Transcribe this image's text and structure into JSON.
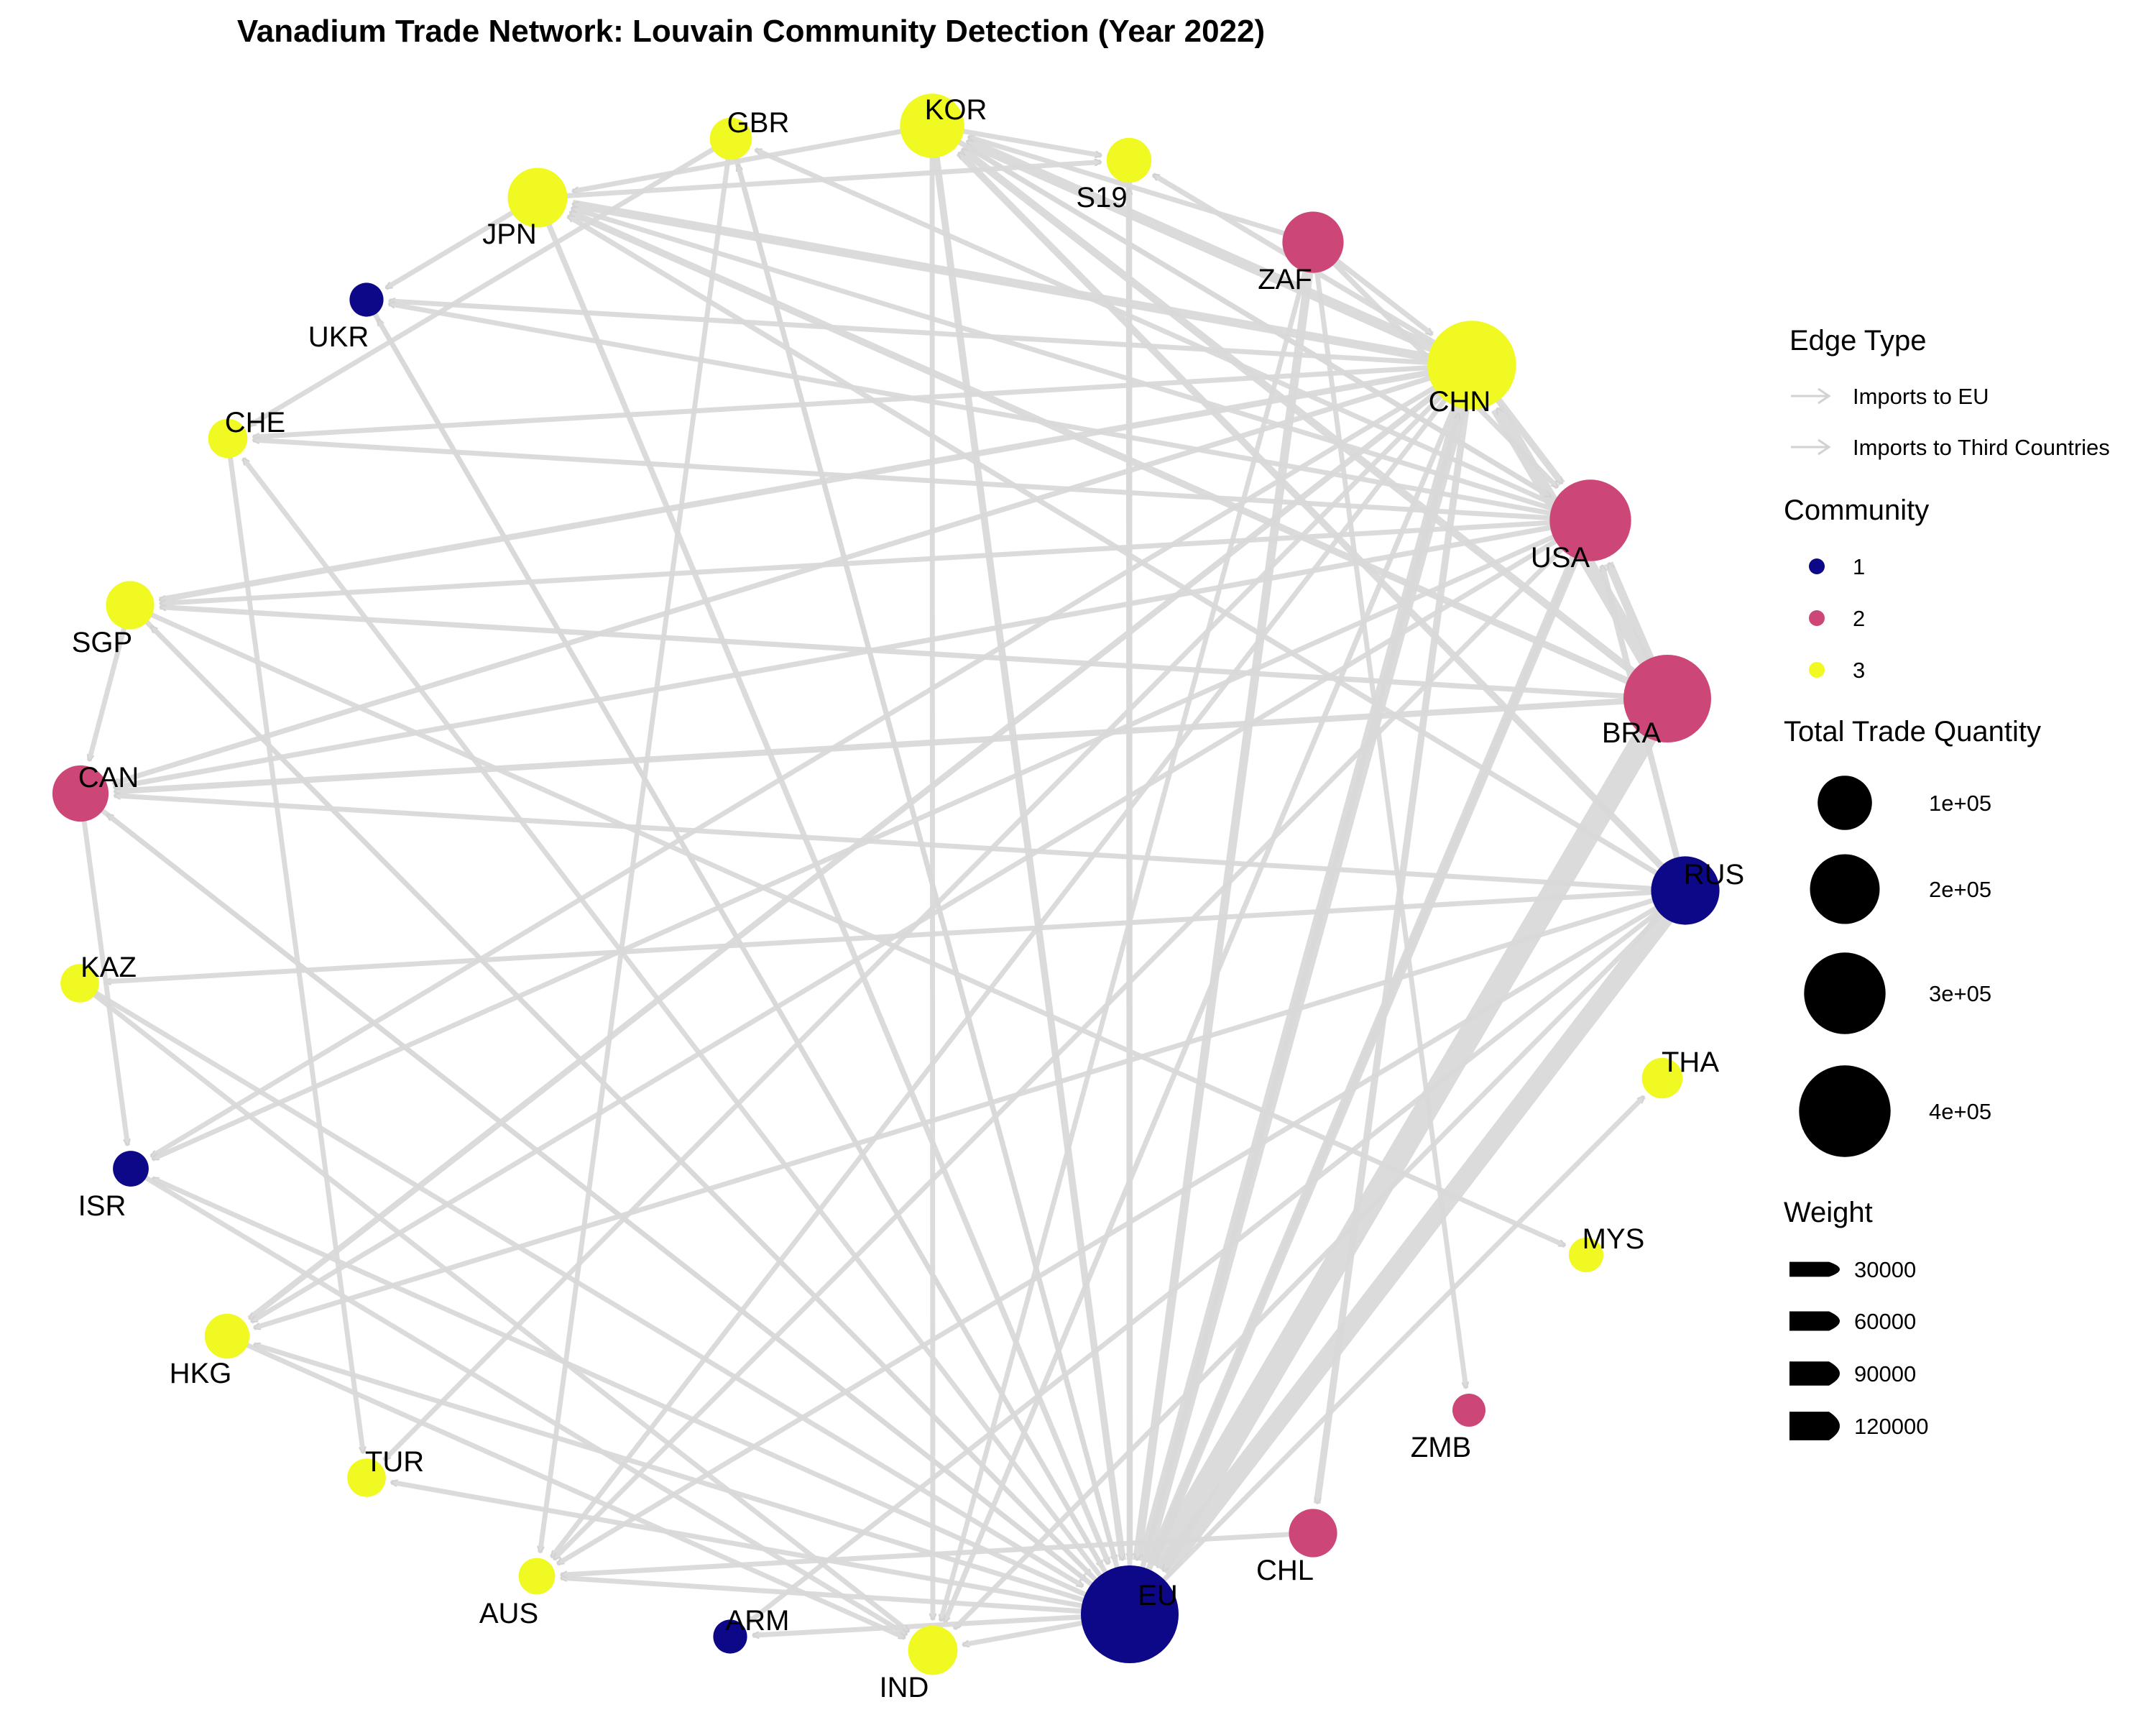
{
  "title": "Vanadium Trade Network: Louvain Community Detection (Year 2022)",
  "communities": [
    {
      "id": "1",
      "color": "#0d0887"
    },
    {
      "id": "2",
      "color": "#cc4778"
    },
    {
      "id": "3",
      "color": "#f0f921"
    }
  ],
  "edge_color": "#d9d9d9",
  "nodes": [
    {
      "id": "EU",
      "community": "1",
      "total": 470000
    },
    {
      "id": "CHN",
      "community": "3",
      "total": 370000
    },
    {
      "id": "BRA",
      "community": "2",
      "total": 360000
    },
    {
      "id": "USA",
      "community": "2",
      "total": 300000
    },
    {
      "id": "KOR",
      "community": "3",
      "total": 160000
    },
    {
      "id": "RUS",
      "community": "1",
      "total": 190000
    },
    {
      "id": "ZAF",
      "community": "2",
      "total": 140000
    },
    {
      "id": "JPN",
      "community": "3",
      "total": 130000
    },
    {
      "id": "CAN",
      "community": "2",
      "total": 110000
    },
    {
      "id": "CHL",
      "community": "2",
      "total": 70000
    },
    {
      "id": "S19",
      "community": "3",
      "total": 55000
    },
    {
      "id": "GBR",
      "community": "3",
      "total": 45000
    },
    {
      "id": "SGP",
      "community": "3",
      "total": 70000
    },
    {
      "id": "HKG",
      "community": "3",
      "total": 55000
    },
    {
      "id": "IND",
      "community": "3",
      "total": 75000
    },
    {
      "id": "THA",
      "community": "3",
      "total": 40000
    },
    {
      "id": "TUR",
      "community": "3",
      "total": 33000
    },
    {
      "id": "CHE",
      "community": "3",
      "total": 35000
    },
    {
      "id": "KAZ",
      "community": "3",
      "total": 33000
    },
    {
      "id": "AUS",
      "community": "3",
      "total": 27000
    },
    {
      "id": "MYS",
      "community": "3",
      "total": 22000
    },
    {
      "id": "UKR",
      "community": "1",
      "total": 20000
    },
    {
      "id": "ISR",
      "community": "1",
      "total": 25000
    },
    {
      "id": "ARM",
      "community": "1",
      "total": 20000
    },
    {
      "id": "ZMB",
      "community": "2",
      "total": 18000
    }
  ],
  "edges": [
    {
      "from": "BRA",
      "to": "EU",
      "weight": 120000,
      "type": "Imports to EU"
    },
    {
      "from": "RUS",
      "to": "EU",
      "weight": 90000,
      "type": "Imports to EU"
    },
    {
      "from": "CHN",
      "to": "EU",
      "weight": 60000,
      "type": "Imports to EU"
    },
    {
      "from": "USA",
      "to": "EU",
      "weight": 40000,
      "type": "Imports to EU"
    },
    {
      "from": "ZAF",
      "to": "EU",
      "weight": 30000,
      "type": "Imports to EU"
    },
    {
      "from": "KOR",
      "to": "EU",
      "weight": 20000,
      "type": "Imports to EU"
    },
    {
      "from": "S19",
      "to": "EU",
      "weight": 15000,
      "type": "Imports to EU"
    },
    {
      "from": "JPN",
      "to": "EU",
      "weight": 12000,
      "type": "Imports to EU"
    },
    {
      "from": "GBR",
      "to": "EU",
      "weight": 10000,
      "type": "Imports to EU"
    },
    {
      "from": "UKR",
      "to": "EU",
      "weight": 8000,
      "type": "Imports to EU"
    },
    {
      "from": "KAZ",
      "to": "EU",
      "weight": 8000,
      "type": "Imports to EU"
    },
    {
      "from": "CAN",
      "to": "EU",
      "weight": 8000,
      "type": "Imports to EU"
    },
    {
      "from": "SGP",
      "to": "EU",
      "weight": 8000,
      "type": "Imports to EU"
    },
    {
      "from": "BRA",
      "to": "CHN",
      "weight": 60000,
      "type": "Imports to Third Countries"
    },
    {
      "from": "BRA",
      "to": "USA",
      "weight": 30000,
      "type": "Imports to Third Countries"
    },
    {
      "from": "BRA",
      "to": "KOR",
      "weight": 25000,
      "type": "Imports to Third Countries"
    },
    {
      "from": "BRA",
      "to": "JPN",
      "weight": 20000,
      "type": "Imports to Third Countries"
    },
    {
      "from": "BRA",
      "to": "CAN",
      "weight": 15000,
      "type": "Imports to Third Countries"
    },
    {
      "from": "BRA",
      "to": "SGP",
      "weight": 10000,
      "type": "Imports to Third Countries"
    },
    {
      "from": "CHN",
      "to": "KOR",
      "weight": 40000,
      "type": "Imports to Third Countries"
    },
    {
      "from": "CHN",
      "to": "JPN",
      "weight": 30000,
      "type": "Imports to Third Countries"
    },
    {
      "from": "CHN",
      "to": "USA",
      "weight": 20000,
      "type": "Imports to Third Countries"
    },
    {
      "from": "CHN",
      "to": "SGP",
      "weight": 15000,
      "type": "Imports to Third Countries"
    },
    {
      "from": "CHN",
      "to": "HKG",
      "weight": 15000,
      "type": "Imports to Third Countries"
    },
    {
      "from": "CHN",
      "to": "S19",
      "weight": 10000,
      "type": "Imports to Third Countries"
    },
    {
      "from": "CHN",
      "to": "CHE",
      "weight": 8000,
      "type": "Imports to Third Countries"
    },
    {
      "from": "CHN",
      "to": "CAN",
      "weight": 10000,
      "type": "Imports to Third Countries"
    },
    {
      "from": "CHN",
      "to": "AUS",
      "weight": 8000,
      "type": "Imports to Third Countries"
    },
    {
      "from": "CHN",
      "to": "IND",
      "weight": 10000,
      "type": "Imports to Third Countries"
    },
    {
      "from": "CHN",
      "to": "TUR",
      "weight": 8000,
      "type": "Imports to Third Countries"
    },
    {
      "from": "CHN",
      "to": "ISR",
      "weight": 8000,
      "type": "Imports to Third Countries"
    },
    {
      "from": "CHN",
      "to": "UKR",
      "weight": 8000,
      "type": "Imports to Third Countries"
    },
    {
      "from": "CHN",
      "to": "CHL",
      "weight": 20000,
      "type": "Imports to Third Countries"
    },
    {
      "from": "RUS",
      "to": "KOR",
      "weight": 20000,
      "type": "Imports to Third Countries"
    },
    {
      "from": "RUS",
      "to": "USA",
      "weight": 15000,
      "type": "Imports to Third Countries"
    },
    {
      "from": "RUS",
      "to": "JPN",
      "weight": 10000,
      "type": "Imports to Third Countries"
    },
    {
      "from": "RUS",
      "to": "KAZ",
      "weight": 8000,
      "type": "Imports to Third Countries"
    },
    {
      "from": "RUS",
      "to": "CAN",
      "weight": 8000,
      "type": "Imports to Third Countries"
    },
    {
      "from": "RUS",
      "to": "HKG",
      "weight": 8000,
      "type": "Imports to Third Countries"
    },
    {
      "from": "RUS",
      "to": "AUS",
      "weight": 8000,
      "type": "Imports to Third Countries"
    },
    {
      "from": "RUS",
      "to": "ARM",
      "weight": 8000,
      "type": "Imports to Third Countries"
    },
    {
      "from": "RUS",
      "to": "IND",
      "weight": 8000,
      "type": "Imports to Third Countries"
    },
    {
      "from": "USA",
      "to": "KOR",
      "weight": 8000,
      "type": "Imports to Third Countries"
    },
    {
      "from": "USA",
      "to": "JPN",
      "weight": 8000,
      "type": "Imports to Third Countries"
    },
    {
      "from": "USA",
      "to": "SGP",
      "weight": 8000,
      "type": "Imports to Third Countries"
    },
    {
      "from": "USA",
      "to": "CAN",
      "weight": 10000,
      "type": "Imports to Third Countries"
    },
    {
      "from": "USA",
      "to": "HKG",
      "weight": 8000,
      "type": "Imports to Third Countries"
    },
    {
      "from": "USA",
      "to": "ISR",
      "weight": 8000,
      "type": "Imports to Third Countries"
    },
    {
      "from": "USA",
      "to": "UKR",
      "weight": 8000,
      "type": "Imports to Third Countries"
    },
    {
      "from": "USA",
      "to": "CHE",
      "weight": 8000,
      "type": "Imports to Third Countries"
    },
    {
      "from": "USA",
      "to": "GBR",
      "weight": 8000,
      "type": "Imports to Third Countries"
    },
    {
      "from": "USA",
      "to": "AUS",
      "weight": 8000,
      "type": "Imports to Third Countries"
    },
    {
      "from": "ZAF",
      "to": "USA",
      "weight": 10000,
      "type": "Imports to Third Countries"
    },
    {
      "from": "ZAF",
      "to": "CHN",
      "weight": 10000,
      "type": "Imports to Third Countries"
    },
    {
      "from": "ZAF",
      "to": "IND",
      "weight": 8000,
      "type": "Imports to Third Countries"
    },
    {
      "from": "ZAF",
      "to": "ZMB",
      "weight": 8000,
      "type": "Imports to Third Countries"
    },
    {
      "from": "ZAF",
      "to": "KOR",
      "weight": 8000,
      "type": "Imports to Third Countries"
    },
    {
      "from": "EU",
      "to": "USA",
      "weight": 15000,
      "type": "Imports to Third Countries"
    },
    {
      "from": "EU",
      "to": "CHN",
      "weight": 10000,
      "type": "Imports to Third Countries"
    },
    {
      "from": "EU",
      "to": "THA",
      "weight": 8000,
      "type": "Imports to Third Countries"
    },
    {
      "from": "EU",
      "to": "TUR",
      "weight": 8000,
      "type": "Imports to Third Countries"
    },
    {
      "from": "EU",
      "to": "ISR",
      "weight": 8000,
      "type": "Imports to Third Countries"
    },
    {
      "from": "EU",
      "to": "CHE",
      "weight": 8000,
      "type": "Imports to Third Countries"
    },
    {
      "from": "EU",
      "to": "ARM",
      "weight": 8000,
      "type": "Imports to Third Countries"
    },
    {
      "from": "EU",
      "to": "AUS",
      "weight": 8000,
      "type": "Imports to Third Countries"
    },
    {
      "from": "EU",
      "to": "HKG",
      "weight": 8000,
      "type": "Imports to Third Countries"
    },
    {
      "from": "EU",
      "to": "UKR",
      "weight": 8000,
      "type": "Imports to Third Countries"
    },
    {
      "from": "EU",
      "to": "CAN",
      "weight": 8000,
      "type": "Imports to Third Countries"
    },
    {
      "from": "EU",
      "to": "S19",
      "weight": 8000,
      "type": "Imports to Third Countries"
    },
    {
      "from": "EU",
      "to": "SGP",
      "weight": 8000,
      "type": "Imports to Third Countries"
    },
    {
      "from": "EU",
      "to": "GBR",
      "weight": 8000,
      "type": "Imports to Third Countries"
    },
    {
      "from": "EU",
      "to": "IND",
      "weight": 8000,
      "type": "Imports to Third Countries"
    },
    {
      "from": "KOR",
      "to": "USA",
      "weight": 10000,
      "type": "Imports to Third Countries"
    },
    {
      "from": "KOR",
      "to": "JPN",
      "weight": 8000,
      "type": "Imports to Third Countries"
    },
    {
      "from": "KOR",
      "to": "IND",
      "weight": 8000,
      "type": "Imports to Third Countries"
    },
    {
      "from": "KOR",
      "to": "S19",
      "weight": 8000,
      "type": "Imports to Third Countries"
    },
    {
      "from": "JPN",
      "to": "S19",
      "weight": 8000,
      "type": "Imports to Third Countries"
    },
    {
      "from": "JPN",
      "to": "UKR",
      "weight": 8000,
      "type": "Imports to Third Countries"
    },
    {
      "from": "GBR",
      "to": "CHE",
      "weight": 8000,
      "type": "Imports to Third Countries"
    },
    {
      "from": "GBR",
      "to": "AUS",
      "weight": 8000,
      "type": "Imports to Third Countries"
    },
    {
      "from": "SGP",
      "to": "CAN",
      "weight": 8000,
      "type": "Imports to Third Countries"
    },
    {
      "from": "SGP",
      "to": "MYS",
      "weight": 8000,
      "type": "Imports to Third Countries"
    },
    {
      "from": "CAN",
      "to": "ISR",
      "weight": 8000,
      "type": "Imports to Third Countries"
    },
    {
      "from": "CHE",
      "to": "TUR",
      "weight": 8000,
      "type": "Imports to Third Countries"
    },
    {
      "from": "KAZ",
      "to": "IND",
      "weight": 8000,
      "type": "Imports to Third Countries"
    },
    {
      "from": "ISR",
      "to": "IND",
      "weight": 8000,
      "type": "Imports to Third Countries"
    },
    {
      "from": "HKG",
      "to": "IND",
      "weight": 8000,
      "type": "Imports to Third Countries"
    },
    {
      "from": "CHL",
      "to": "AUS",
      "weight": 8000,
      "type": "Imports to Third Countries"
    }
  ],
  "legend": {
    "edge_type_title": "Edge Type",
    "edge_types": [
      "Imports to EU",
      "Imports to Third Countries"
    ],
    "community_title": "Community",
    "size_title": "Total Trade Quantity",
    "size_breaks": [
      {
        "value": 100000,
        "label": "1e+05"
      },
      {
        "value": 200000,
        "label": "2e+05"
      },
      {
        "value": 300000,
        "label": "3e+05"
      },
      {
        "value": 400000,
        "label": "4e+05"
      }
    ],
    "weight_title": "Weight",
    "weight_breaks": [
      {
        "value": 30000,
        "label": "30000"
      },
      {
        "value": 60000,
        "label": "60000"
      },
      {
        "value": 90000,
        "label": "90000"
      },
      {
        "value": 120000,
        "label": "120000"
      }
    ]
  }
}
